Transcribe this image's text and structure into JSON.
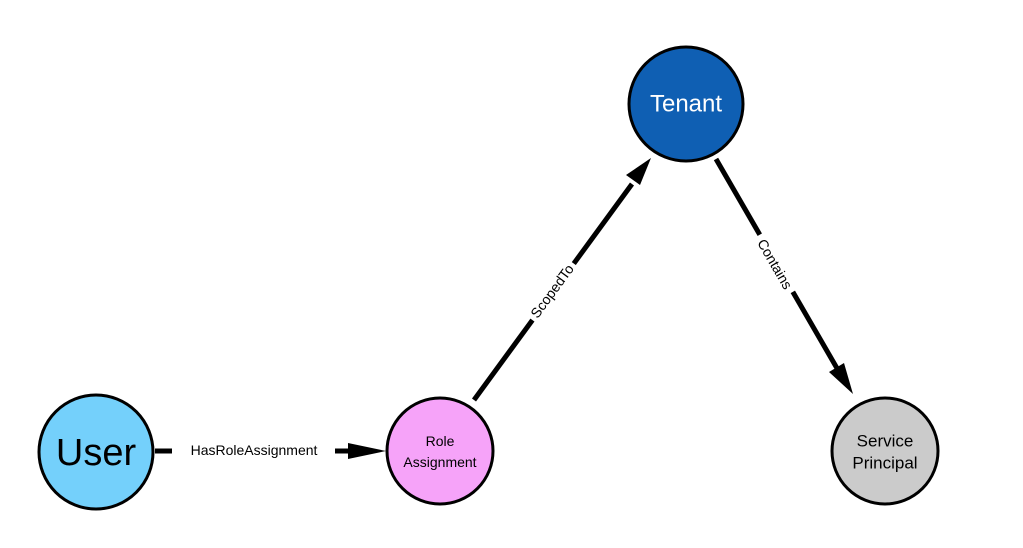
{
  "nodes": {
    "user": {
      "lines": [
        "User"
      ],
      "fill": "#74d0fb",
      "text_color": "#000000"
    },
    "role_assignment": {
      "lines": [
        "Role",
        "Assignment"
      ],
      "fill": "#f6a3f9",
      "text_color": "#000000"
    },
    "tenant": {
      "lines": [
        "Tenant"
      ],
      "fill": "#0f5fb3",
      "text_color": "#ffffff"
    },
    "service_principal": {
      "lines": [
        "Service",
        "Principal"
      ],
      "fill": "#cbcbcb",
      "text_color": "#000000"
    }
  },
  "edges": {
    "has_role_assignment": {
      "label": "HasRoleAssignment",
      "from": "user",
      "to": "role_assignment"
    },
    "scoped_to": {
      "label": "ScopedTo",
      "from": "role_assignment",
      "to": "tenant"
    },
    "contains": {
      "label": "Contains",
      "from": "tenant",
      "to": "service_principal"
    }
  }
}
